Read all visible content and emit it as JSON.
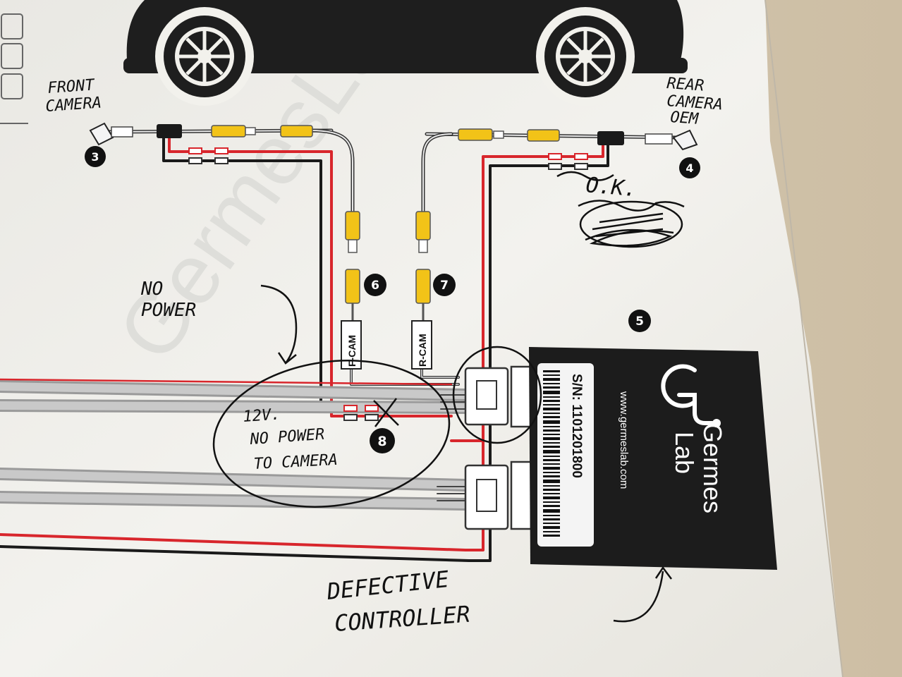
{
  "markers": {
    "front_camera": "3",
    "rear_camera": "4",
    "controller": "5",
    "f_cam_connector": "6",
    "r_cam_connector": "7",
    "power_connector": "8"
  },
  "connector_labels": {
    "f_cam": "F-CAM",
    "r_cam": "R-CAM"
  },
  "controller": {
    "brand_line1": "Germes",
    "brand_line2": "Lab",
    "website": "www.germeslab.com",
    "serial": "S/N: 1101201800"
  },
  "watermark": "GermesLab.com",
  "handwritten": {
    "front_camera_line1": "FRONT",
    "front_camera_line2": "CAMERA",
    "rear_camera_line1": "REAR",
    "rear_camera_line2": "CAMERA",
    "rear_camera_line3": "OEM",
    "ok": "O.K.",
    "no_power_line1": "NO",
    "no_power_line2": "POWER",
    "twelve_v_line1": "12V.",
    "twelve_v_line2": "NO POWER",
    "twelve_v_line3": "TO CAMERA",
    "defective_line1": "DEFECTIVE",
    "defective_line2": "CONTROLLER"
  },
  "colors": {
    "paper": "#f2f1ec",
    "ink": "#1a1a1a",
    "red_wire": "#d8262c",
    "yellow_plug": "#f2c318",
    "controller_box": "#1c1c1c",
    "background": "#d9cdb8"
  }
}
